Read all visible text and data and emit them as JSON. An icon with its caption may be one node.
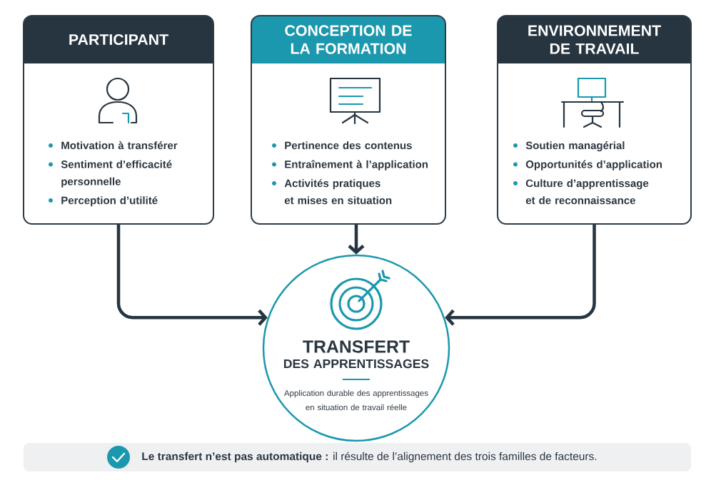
{
  "diagram": {
    "nodes": [
      {
        "text": [
          "PARTICIPANT",
          "Motivation à transférer",
          "Sentiment d’efficacité personnelle",
          "Perception d’utilité"
        ]
      },
      {
        "text": [
          "CONCEPTION DE LA FORMATION",
          "Pertinence des contenus",
          "Entraînement à l’application",
          "Activités pratiques et mises en situation"
        ]
      },
      {
        "text": [
          "ENVIRONNEMENT DE TRAVAIL",
          "Soutien managérial",
          "Opportunités d’application",
          "Culture d’apprentissage et de reconnaissance"
        ]
      },
      {
        "text": [
          "TRANSFERT",
          "DES APPRENTISSAGES",
          "Application durable des apprentissages en situation de travail réelle"
        ]
      },
      {
        "text": [
          "**Le transfert n’est pas automatique :** il résulte de l’alignement des trois familles de facteurs."
        ]
      }
    ],
    "edges": [
      {
        "from": 0,
        "to": 3,
        "arrow": "to"
      },
      {
        "from": 1,
        "to": 3,
        "arrow": "to"
      },
      {
        "from": 2,
        "to": 3,
        "arrow": "to"
      }
    ]
  }
}
